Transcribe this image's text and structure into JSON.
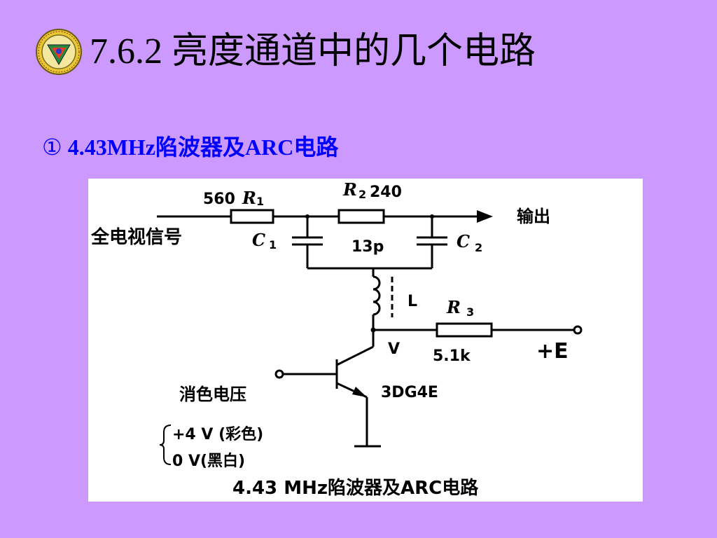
{
  "slide": {
    "title": "7.6.2 亮度通道中的几个电路",
    "subtitle_num": "①",
    "subtitle_text": "4.43MHz陷波器及ARC电路"
  },
  "circuit": {
    "r1_value": "560",
    "r1_letter": "R",
    "r1_sub": "1",
    "r2_letter": "R",
    "r2_sub": "2",
    "r2_value": "240",
    "c1_letter": "C",
    "c1_sub": "1",
    "c2_letter": "C",
    "c2_sub": "2",
    "cap_value": "13p",
    "input_label": "全电视信号",
    "output_label": "输出",
    "inductor_label": "L",
    "r3_letter": "R",
    "r3_sub": "3",
    "r3_value": "5.1k",
    "supply_label": "+E",
    "node_label": "V",
    "transistor_label": "3DG4E",
    "control_label": "消色电压",
    "option_color": "+4 V (彩色)",
    "option_bw": "0 V(黑白)",
    "caption": "4.43 MHz陷波器及ARC电路"
  },
  "colors": {
    "background": "#cc99ff",
    "subtitle": "#0000ff"
  }
}
